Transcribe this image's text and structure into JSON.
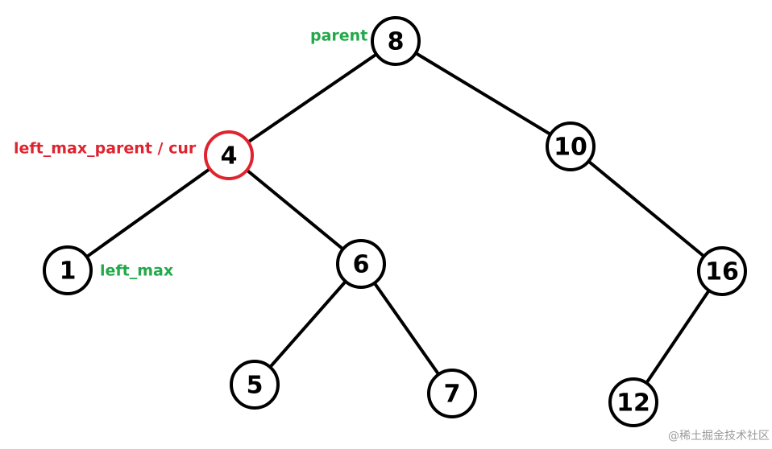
{
  "colors": {
    "default_stroke": "#000000",
    "highlight": "#e0242f",
    "annotation": "#22a94a",
    "watermark": "#9a9a9a"
  },
  "nodes": [
    {
      "id": "n8",
      "label": "8",
      "highlight": false
    },
    {
      "id": "n4",
      "label": "4",
      "highlight": true
    },
    {
      "id": "n10",
      "label": "10",
      "highlight": false
    },
    {
      "id": "n1",
      "label": "1",
      "highlight": false
    },
    {
      "id": "n6",
      "label": "6",
      "highlight": false
    },
    {
      "id": "n16",
      "label": "16",
      "highlight": false
    },
    {
      "id": "n5",
      "label": "5",
      "highlight": false
    },
    {
      "id": "n7",
      "label": "7",
      "highlight": false
    },
    {
      "id": "n12",
      "label": "12",
      "highlight": false
    }
  ],
  "edges": [
    {
      "from": "n8",
      "to": "n4"
    },
    {
      "from": "n8",
      "to": "n10"
    },
    {
      "from": "n4",
      "to": "n1"
    },
    {
      "from": "n4",
      "to": "n6"
    },
    {
      "from": "n10",
      "to": "n16"
    },
    {
      "from": "n6",
      "to": "n5"
    },
    {
      "from": "n6",
      "to": "n7"
    },
    {
      "from": "n16",
      "to": "n12"
    }
  ],
  "annotations": [
    {
      "id": "parent",
      "text": "parent",
      "color_role": "annotation"
    },
    {
      "id": "left_max_parent",
      "text": "left_max_parent / cur",
      "color_role": "highlight"
    },
    {
      "id": "left_max",
      "text": "left_max",
      "color_role": "annotation"
    }
  ],
  "watermark": "@稀土掘金技术社区"
}
